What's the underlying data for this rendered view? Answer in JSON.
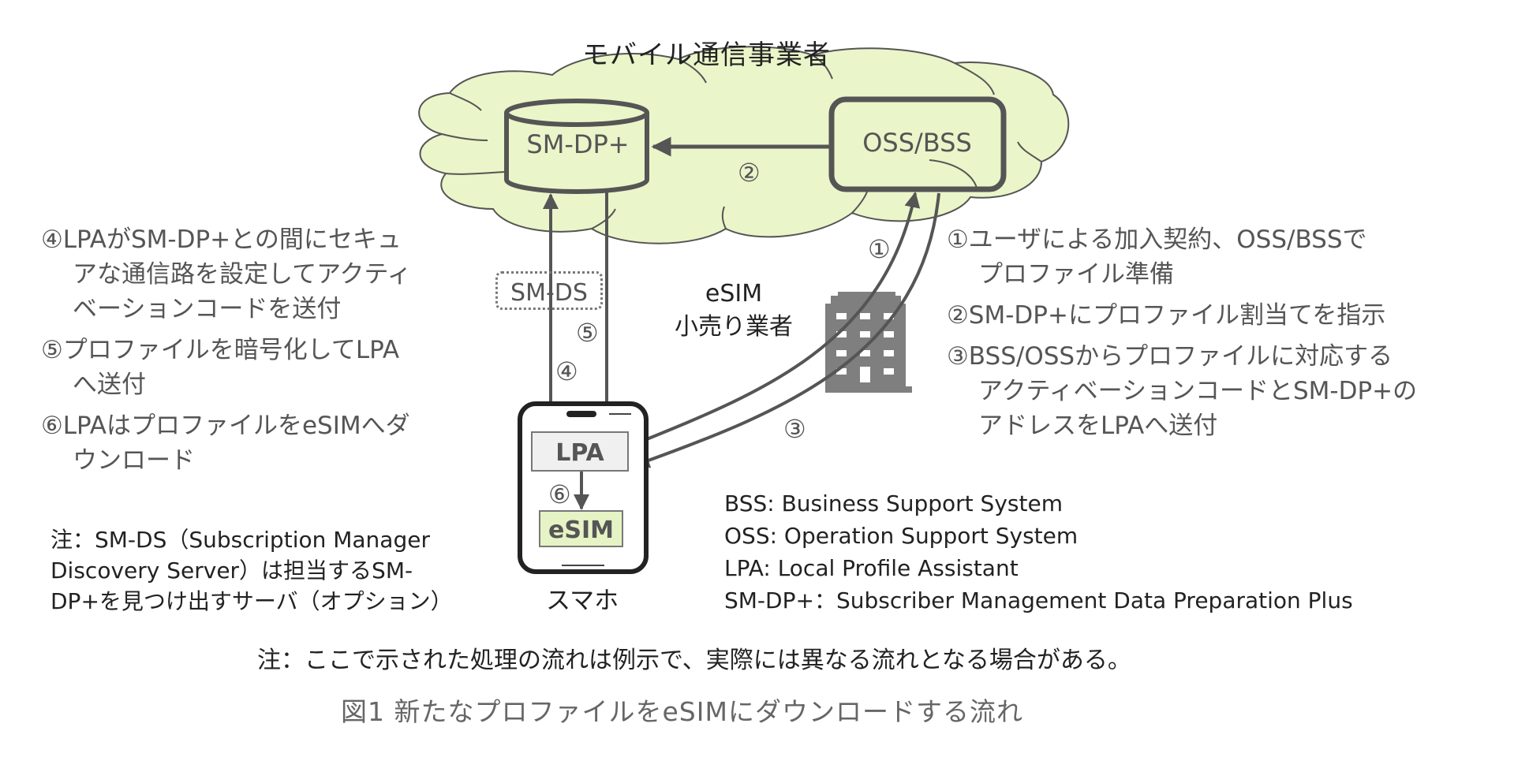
{
  "diagram": {
    "operator_title": "モバイル通信事業者",
    "nodes": {
      "smdp": "SM-DP+",
      "oss_bss": "OSS/BSS",
      "smds": "SM-DS",
      "lpa": "LPA",
      "esim": "eSIM",
      "phone": "スマホ",
      "retailer_line1": "eSIM",
      "retailer_line2": "小売り業者"
    },
    "arrow_labels": {
      "step1": "①",
      "step2": "②",
      "step3": "③",
      "step4": "④",
      "step5": "⑤",
      "step6": "⑥"
    },
    "colors": {
      "cloud_fill": "#EAF5C9",
      "stroke": "#555555",
      "building": "#7f7f7f",
      "lpa_fill": "#f0f0f0",
      "esim_fill": "#e6f3c4"
    }
  },
  "steps_left": [
    {
      "lines": [
        "④LPAがSM-DP+との間にセキュ",
        "アな通信路を設定してアクティ",
        "ベーションコードを送付"
      ]
    },
    {
      "lines": [
        "⑤プロファイルを暗号化してLPA",
        "へ送付"
      ]
    },
    {
      "lines": [
        "⑥LPAはプロファイルをeSIMへダ",
        "ウンロード"
      ]
    }
  ],
  "steps_right": [
    {
      "lines": [
        "①ユーザによる加入契約、OSS/BSSで",
        "プロファイル準備"
      ]
    },
    {
      "lines": [
        "②SM-DP+にプロファイル割当てを指示"
      ]
    },
    {
      "lines": [
        "③BSS/OSSからプロファイルに対応する",
        "アクティベーションコードとSM-DP+の",
        "アドレスをLPAへ送付"
      ]
    }
  ],
  "note_left": {
    "lines": [
      "注：SM-DS（Subscription Manager",
      "Discovery Server）は担当するSM-",
      "DP+を見つけ出すサーバ（オプション）"
    ]
  },
  "glossary": [
    "BSS: Business Support System",
    "OSS: Operation Support System",
    "LPA: Local Profile Assistant",
    "SM-DP+：Subscriber Management Data Preparation Plus"
  ],
  "note_bottom": "注：ここで示された処理の流れは例示で、実際には異なる流れとなる場合がある。",
  "caption": "図1  新たなプロファイルをeSIMにダウンロードする流れ"
}
